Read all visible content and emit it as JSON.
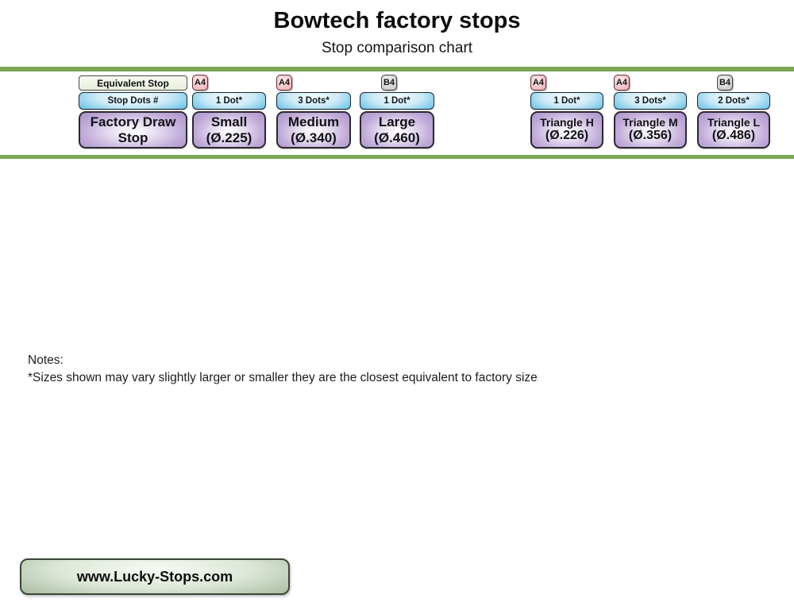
{
  "page": {
    "title": "Bowtech factory stops",
    "subtitle": "Stop comparison chart"
  },
  "legend": {
    "equivalent_stop": "Equivalent Stop",
    "stop_dots": "Stop Dots #",
    "factory_draw_line1": "Factory Draw",
    "factory_draw_line2": "Stop"
  },
  "columns": [
    {
      "tag": "A4",
      "dots": "1 Dot*",
      "name": "Small",
      "size": "(Ø.225)"
    },
    {
      "tag": "A4",
      "dots": "3 Dots*",
      "name": "Medium",
      "size": "(Ø.340)"
    },
    {
      "tag": "B4",
      "dots": "1 Dot*",
      "name": "Large",
      "size": "(Ø.460)"
    },
    {
      "tag": "A4",
      "dots": "1 Dot*",
      "name": "Triangle H",
      "size": "(Ø.226)"
    },
    {
      "tag": "A4",
      "dots": "3 Dots*",
      "name": "Triangle M",
      "size": "(Ø.356)"
    },
    {
      "tag": "B4",
      "dots": "2 Dots*",
      "name": "Triangle L",
      "size": "(Ø.486)"
    }
  ],
  "notes": {
    "heading": "Notes:",
    "body": "*Sizes shown may vary slightly larger or smaller they are the closest equivalent to factory size"
  },
  "footer": {
    "website": "www.Lucky-Stops.com"
  },
  "colors": {
    "divider_green": "#7DA657",
    "stop_dots_blue": "#2DA5DA",
    "factory_purple": "#AA90CA",
    "tag_a4_pink": "#F6C6CA",
    "tag_b4_gray": "#D7D7D7",
    "equivalent_bg": "#EDF2E5",
    "button_green": "#6F8766"
  }
}
